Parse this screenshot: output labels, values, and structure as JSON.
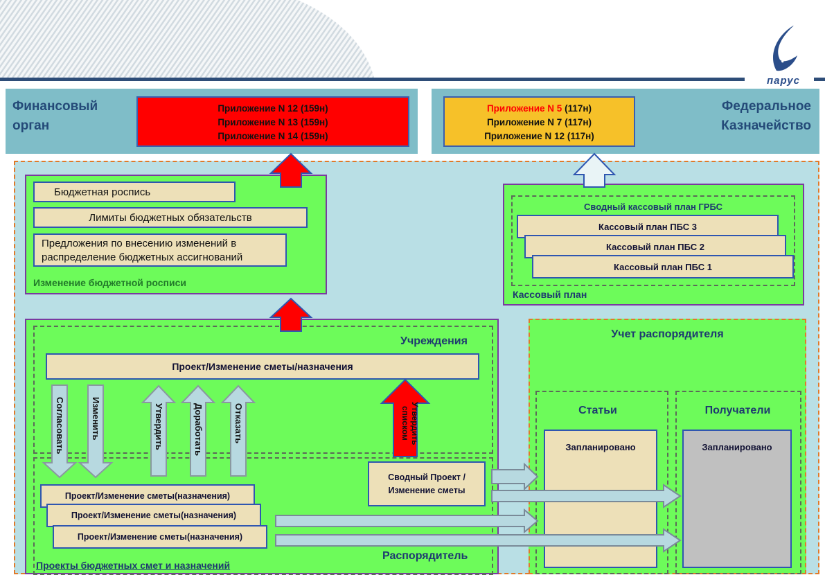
{
  "brand": {
    "logo_text": "ПАРУС"
  },
  "finance_body": {
    "title_line1": "Финансовый",
    "title_line2": "орган",
    "appendices": [
      {
        "prefix": "Приложение N 12",
        "suffix": "(159н)"
      },
      {
        "prefix": "Приложение N 13",
        "suffix": "(159н)"
      },
      {
        "prefix": "Приложение N 14",
        "suffix": "(159н)"
      }
    ],
    "box_color": "#ff0000"
  },
  "treasury": {
    "title_line1": "Федеральное",
    "title_line2": "Казначейство",
    "appendices": [
      {
        "prefix": "Приложение N 5",
        "suffix": "(117н)",
        "highlight": "#ff0000"
      },
      {
        "prefix": "Приложение N 7",
        "suffix": "(117н)"
      },
      {
        "prefix": "Приложение N 12",
        "suffix": "(117н)"
      }
    ],
    "box_color": "#f6c129"
  },
  "budget_change": {
    "items": [
      "Бюджетная роспись",
      "Лимиты бюджетных обязательств",
      "Предложения по внесению изменений в распределение бюджетных ассигнований"
    ],
    "caption": "Изменение бюджетной росписи"
  },
  "cash_plan": {
    "group_title": "Сводный кассовый план ГРБС",
    "plans": [
      "Кассовый план ПБС 3",
      "Кассовый план ПБС 2",
      "Кассовый план ПБС 1"
    ],
    "caption": "Кассовый план"
  },
  "institutions": {
    "title": "Учреждения",
    "project_bar": "Проект/Изменение сметы/назначения",
    "actions_down": [
      "Согласовать",
      "Изменить"
    ],
    "actions_up": [
      "Утвердить",
      "Доработать",
      "Отказать"
    ],
    "approve_lists": "Утвердить списком"
  },
  "dispatcher": {
    "title": "Распорядитель",
    "caption": "Проекты бюджетных смет и назначений",
    "projects": [
      "Проект/Изменение сметы(назначения)",
      "Проект/Изменение сметы(назначения)",
      "Проект/Изменение сметы(назначения)"
    ],
    "summary_line1": "Сводный Проект /",
    "summary_line2": "Изменение сметы"
  },
  "accounting": {
    "title": "Учет распорядителя",
    "articles": {
      "title": "Статьи",
      "planned": "Запланировано"
    },
    "recipients": {
      "title": "Получатели",
      "planned": "Запланировано"
    }
  }
}
